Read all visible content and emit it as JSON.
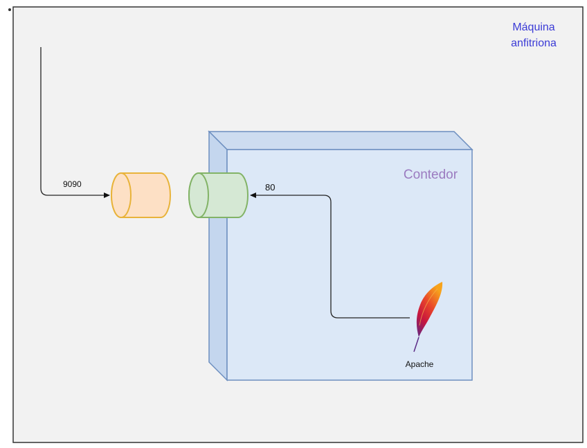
{
  "host": {
    "label_line1": "Máquina",
    "label_line2": "anfitriona",
    "label_color": "#3b3bd6",
    "fill": "#f2f2f2",
    "border": "#333333"
  },
  "container": {
    "label": "Contedor",
    "label_color": "#9b7bc0",
    "fill": "#dce8f7",
    "stroke": "#6c8ebf"
  },
  "host_port": {
    "label": "9090",
    "fill": "#fde0c5",
    "stroke": "#e8b33a"
  },
  "container_port": {
    "label": "80",
    "fill": "#d5e8d4",
    "stroke": "#82b366"
  },
  "service": {
    "label": "Apache",
    "icon": "apache-feather-icon"
  }
}
